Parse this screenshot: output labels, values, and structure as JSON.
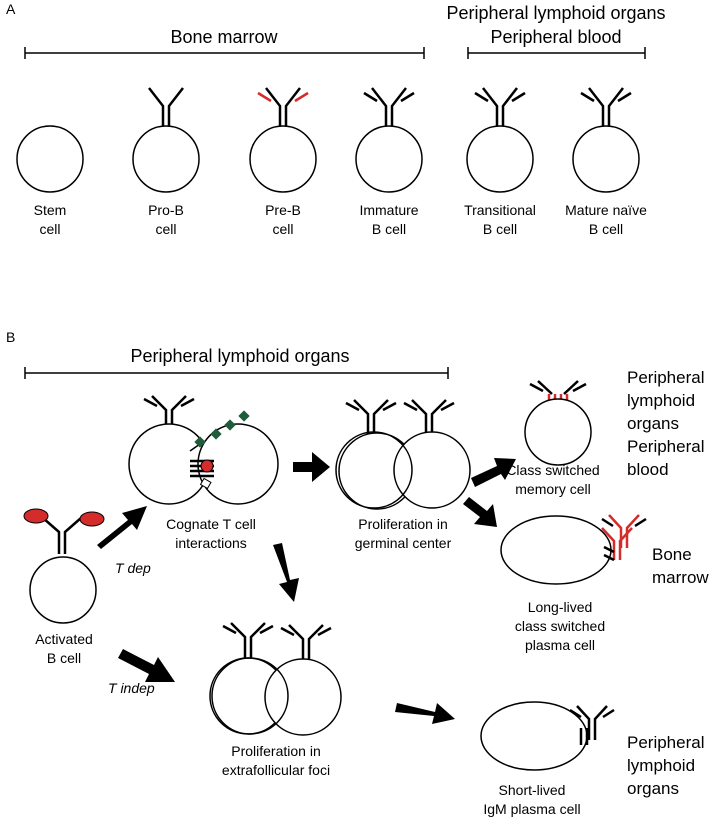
{
  "panel_a": {
    "letter": "A",
    "bone_marrow": "Bone marrow",
    "peripheral_1": "Peripheral lymphoid organs",
    "peripheral_2": "Peripheral blood",
    "stages": [
      {
        "line1": "Stem",
        "line2": "cell"
      },
      {
        "line1": "Pro-B",
        "line2": "cell"
      },
      {
        "line1": "Pre-B",
        "line2": "cell"
      },
      {
        "line1": "Immature",
        "line2": "B cell"
      },
      {
        "line1": "Transitional",
        "line2": "B cell"
      },
      {
        "line1": "Mature naïve",
        "line2": "B cell"
      }
    ]
  },
  "panel_b": {
    "letter": "B",
    "peripheral": "Peripheral lymphoid organs",
    "activated": {
      "line1": "Activated",
      "line2": "B cell"
    },
    "t_dep": "T dep",
    "t_indep": "T indep",
    "cognate": {
      "line1": "Cognate T cell",
      "line2": "interactions"
    },
    "germinal": {
      "line1": "Proliferation in",
      "line2": "germinal center"
    },
    "extrafollicular": {
      "line1": "Proliferation in",
      "line2": "extrafollicular foci"
    },
    "memory": {
      "line1": "Class switched",
      "line2": "memory cell"
    },
    "long_lived": {
      "line1": "Long-lived",
      "line2": "class switched",
      "line3": "plasma cell"
    },
    "short_lived": {
      "line1": "Short-lived",
      "line2": "IgM plasma cell"
    },
    "loc_memory": {
      "line1": "Peripheral",
      "line2": "lymphoid",
      "line3": "organs",
      "line4": "Peripheral",
      "line5": "blood"
    },
    "loc_bone": {
      "line1": "Bone",
      "line2": "marrow"
    },
    "loc_short": {
      "line1": "Peripheral",
      "line2": "lymphoid",
      "line3": "organs"
    }
  },
  "colors": {
    "red": "#d42b2b",
    "green": "#1f5c3a"
  }
}
